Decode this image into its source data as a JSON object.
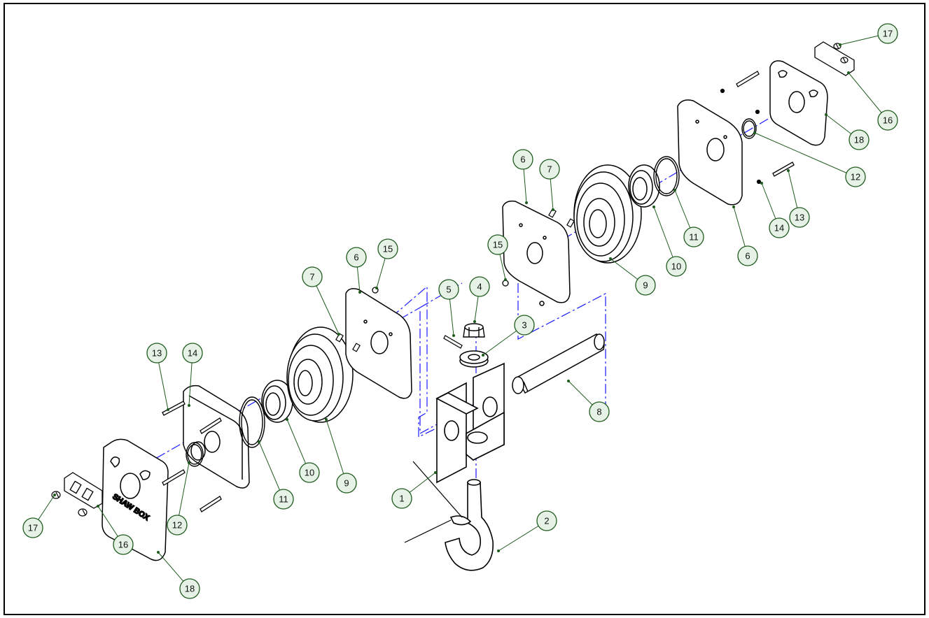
{
  "diagram": {
    "nameplate_text": "SHAW BOX",
    "colors": {
      "outline": "#000000",
      "centerline": "#1a1aff",
      "callout_circle_fill": "#e6f2e6",
      "callout_circle_stroke": "#1e5a1e",
      "leader": "#1e5a1e",
      "border": "#000000"
    },
    "callouts": [
      {
        "label": "1"
      },
      {
        "label": "2"
      },
      {
        "label": "3"
      },
      {
        "label": "4"
      },
      {
        "label": "5"
      },
      {
        "label": "6"
      },
      {
        "label": "6"
      },
      {
        "label": "6"
      },
      {
        "label": "7"
      },
      {
        "label": "7"
      },
      {
        "label": "8"
      },
      {
        "label": "9"
      },
      {
        "label": "9"
      },
      {
        "label": "10"
      },
      {
        "label": "10"
      },
      {
        "label": "11"
      },
      {
        "label": "11"
      },
      {
        "label": "12"
      },
      {
        "label": "12"
      },
      {
        "label": "13"
      },
      {
        "label": "13"
      },
      {
        "label": "14"
      },
      {
        "label": "14"
      },
      {
        "label": "15"
      },
      {
        "label": "15"
      },
      {
        "label": "16"
      },
      {
        "label": "16"
      },
      {
        "label": "17"
      },
      {
        "label": "17"
      },
      {
        "label": "18"
      },
      {
        "label": "18"
      }
    ]
  }
}
